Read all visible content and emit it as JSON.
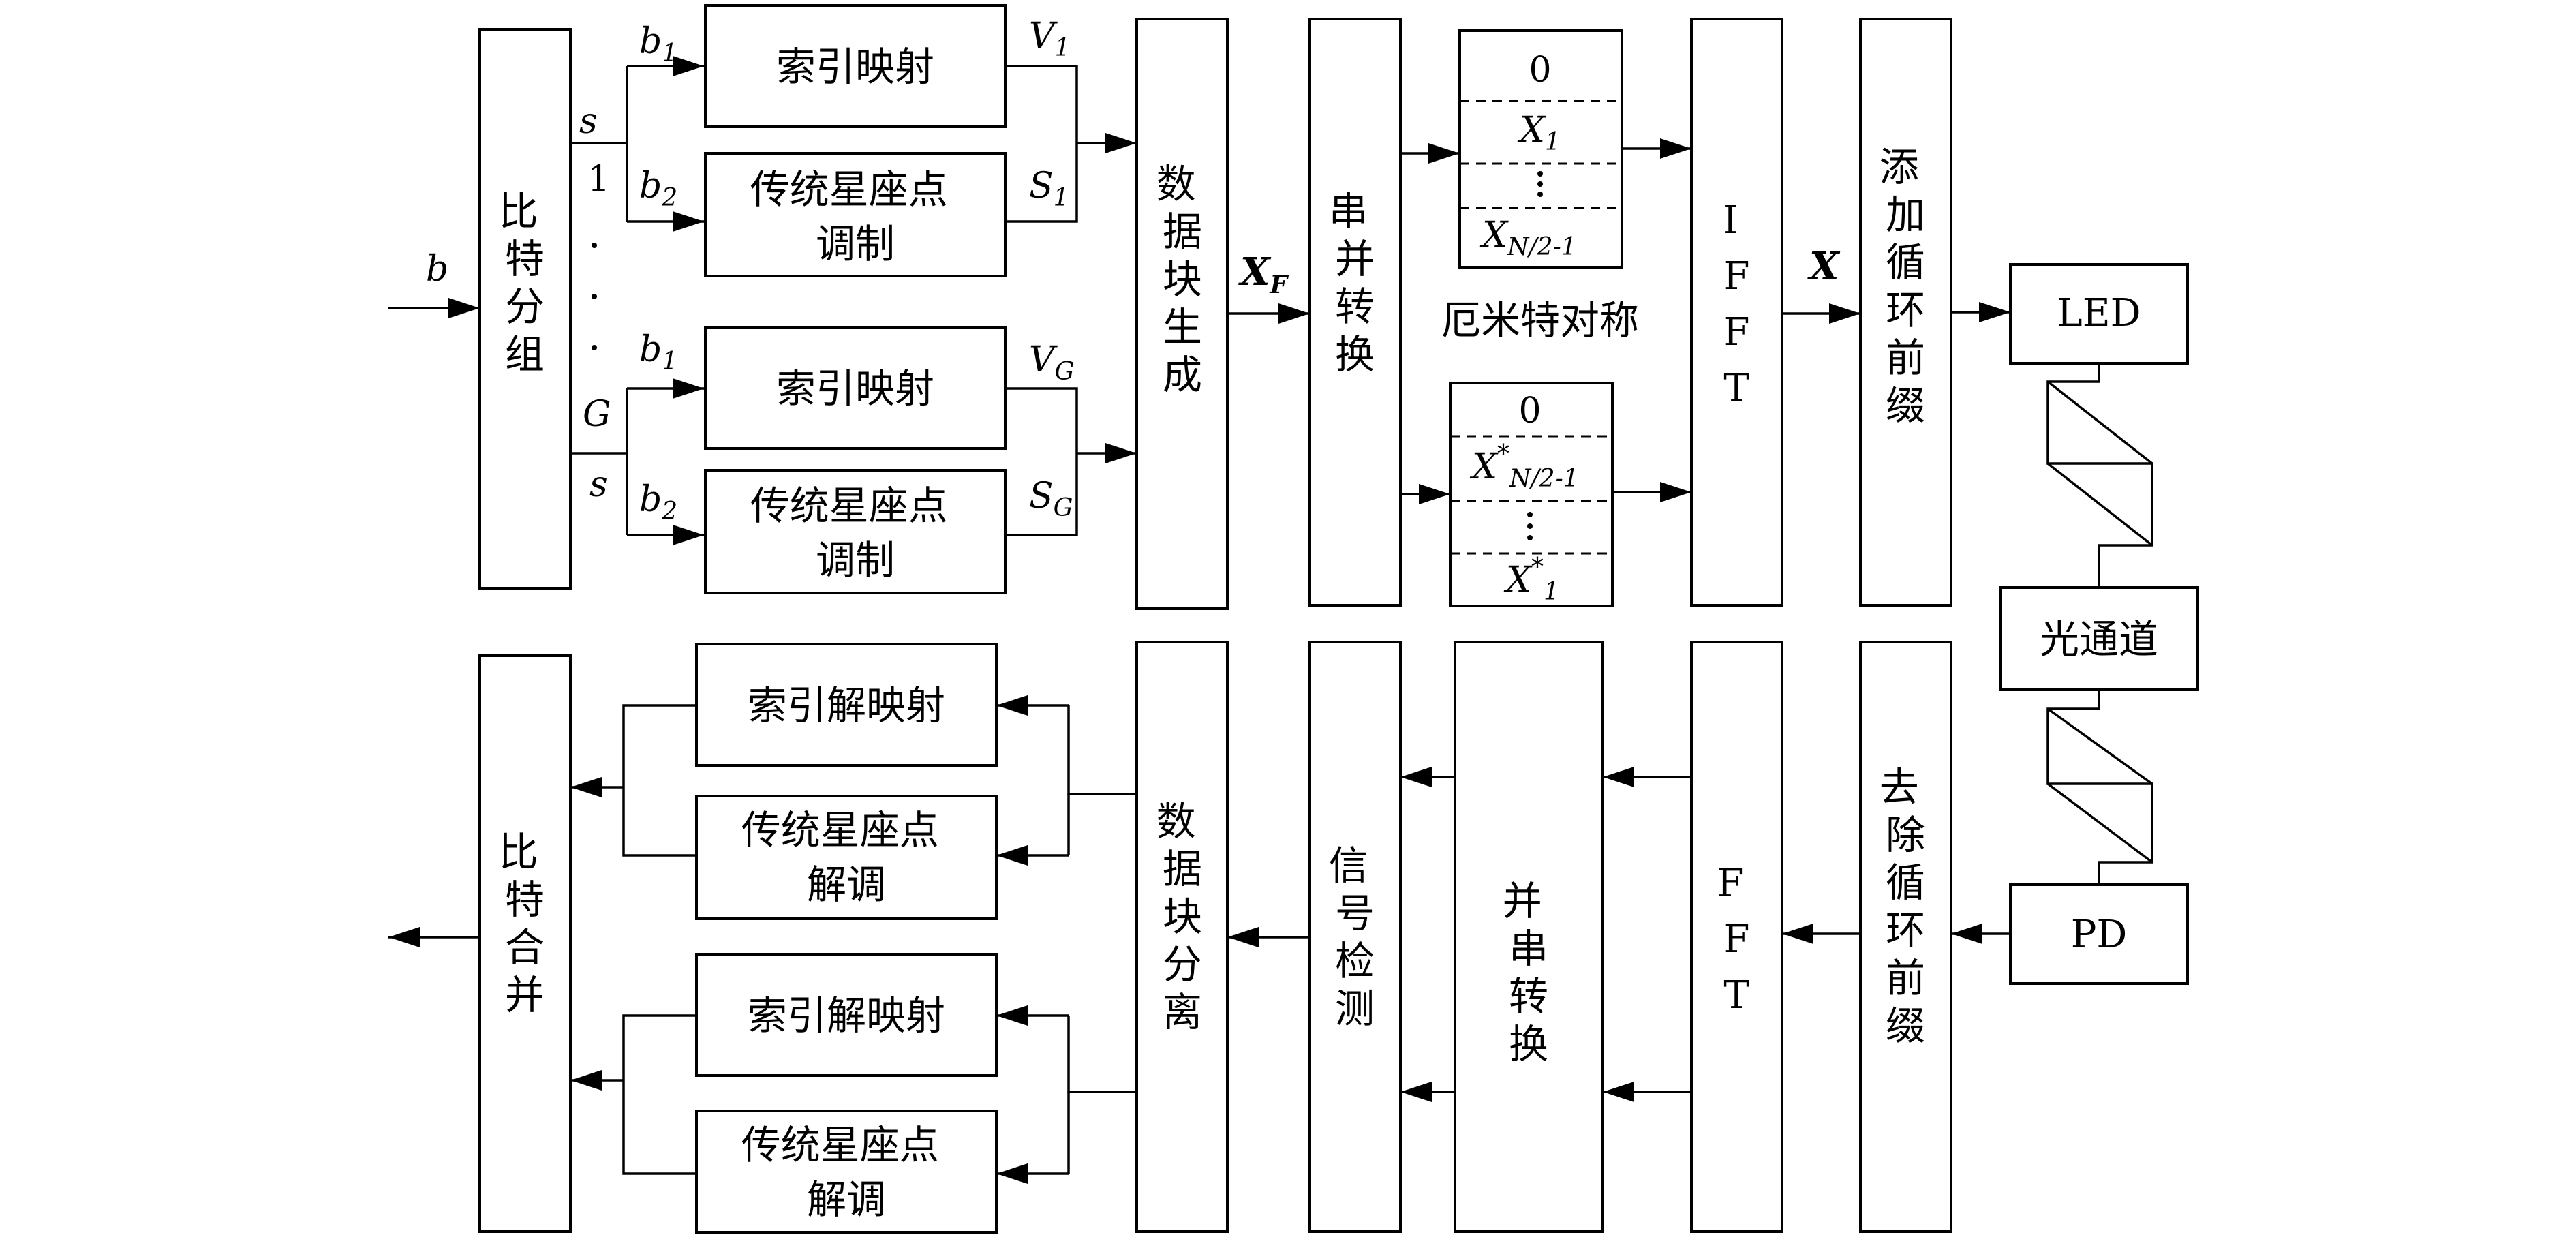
{
  "tx": {
    "bit_group": "比特分组",
    "input_b": "b",
    "s_top": "s",
    "one": "1",
    "G": "G",
    "s_bot": "s",
    "b1": "b",
    "b2": "b",
    "sub1": "1",
    "sub2": "2",
    "index_map": "索引映射",
    "trad_mod_1": "传统星座点",
    "trad_mod_2": "调制",
    "V": "V",
    "S": "S",
    "subG": "G",
    "block_gen": "数据块生成",
    "XF": "X",
    "XF_sub": "F",
    "sp": "串并转换",
    "zero": "0",
    "X1": "X",
    "XN": "X",
    "XN_sub": "N/2-1",
    "star": "*",
    "hermitian": "厄米特对称",
    "ifft": "IFFT",
    "X": "X",
    "add_cp": "添加循环前缀",
    "led": "LED"
  },
  "channel": "光通道",
  "rx": {
    "pd": "PD",
    "remove_cp": "去除循环前缀",
    "fft": "FFT",
    "ps": "并串转换",
    "detect": "信号检测",
    "block_sep": "数据块分离",
    "index_demap": "索引解映射",
    "trad_demod_1": "传统星座点",
    "trad_demod_2": "解调",
    "bit_merge": "比特合并"
  }
}
